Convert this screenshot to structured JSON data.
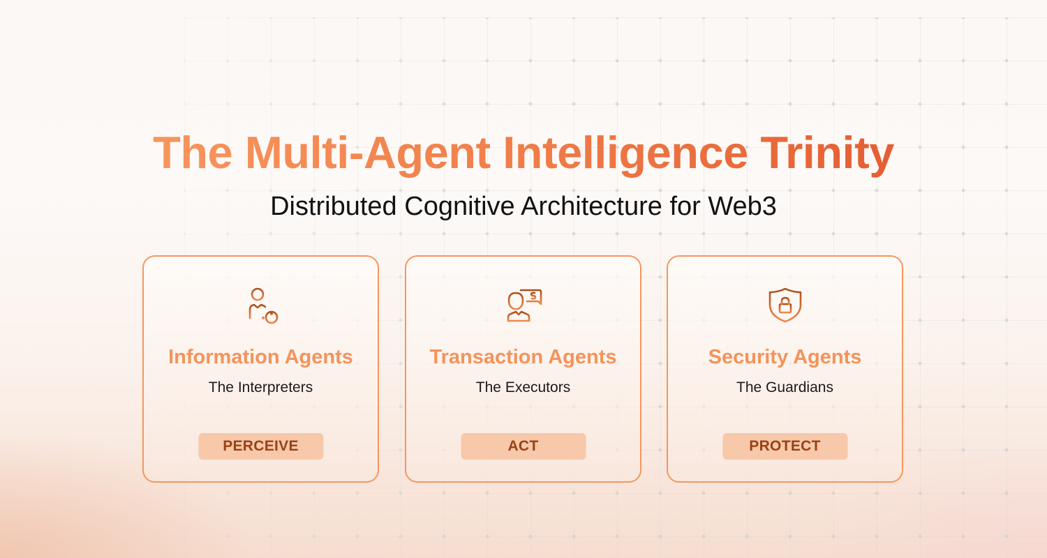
{
  "header": {
    "title": "The Multi-Agent Intelligence Trinity",
    "subtitle": "Distributed Cognitive Architecture for Web3"
  },
  "colors": {
    "title_gradient_start": "#f7955e",
    "title_gradient_end": "#e55e33",
    "card_border": "#f5965e",
    "card_heading": "#f4935a",
    "badge_bg": "#f7c8aa",
    "badge_text": "#9a4215",
    "icon_stroke_dark": "#a94f1c",
    "icon_stroke_light": "#f0884c"
  },
  "cards": [
    {
      "icon": "user-info-icon",
      "title": "Information Agents",
      "role": "The Interpreters",
      "badge": "PERCEIVE"
    },
    {
      "icon": "user-dollar-chat-icon",
      "title": "Transaction Agents",
      "role": "The Executors",
      "badge": "ACT"
    },
    {
      "icon": "shield-lock-icon",
      "title": "Security Agents",
      "role": "The Guardians",
      "badge": "PROTECT"
    }
  ]
}
